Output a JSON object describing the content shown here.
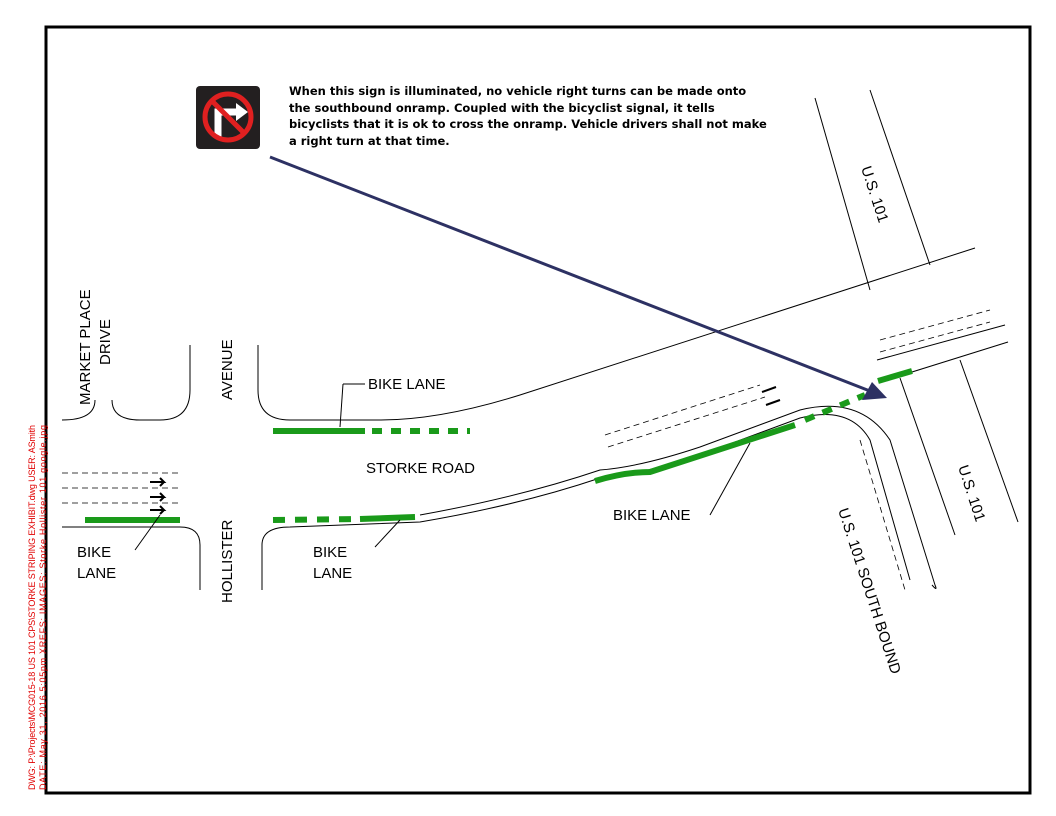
{
  "sign_note": "When this sign is illuminated, no vehicle right turns can be made onto the southbound onramp.  Coupled with the bicyclist signal, it tells bicyclists that it is ok to cross the onramp.  Vehicle drivers shall not make a right turn at that time.",
  "sign_icon": "no-right-turn-icon",
  "labels": {
    "market_place": "MARKET PLACE",
    "drive": "DRIVE",
    "avenue": "AVENUE",
    "hollister": "HOLLISTER",
    "storke_road": "STORKE ROAD",
    "us101_top": "U.S. 101",
    "us101_right": "U.S. 101",
    "us101_south": "U.S. 101 SOUTH BOUND",
    "bike_lane_1": "BIKE LANE",
    "bike_lane_2": "BIKE LANE",
    "bike_1": "BIKE",
    "lane_1": "LANE",
    "bike_2": "BIKE",
    "lane_2": "LANE"
  },
  "title_block": {
    "line1": "DWG:  P:\\Projects\\MCG015-18 US 101 CPS\\STORKE STRIPING EXHIBIT.dwg      USER:  ASmith",
    "line2": "DATE:  May 31, 2016   5:05pm      XREFS:        IMAGES:  Storke Hollister 101 google.jpg"
  },
  "colors": {
    "bike_lane": "#1a9a1a",
    "arrow": "#2d3163",
    "title_text": "#e00000"
  }
}
